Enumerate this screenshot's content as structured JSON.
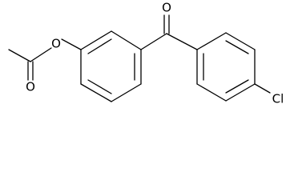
{
  "atoms": {
    "ester_oxygen": "O",
    "ester_carbonyl_oxygen": "O",
    "ketone_oxygen": "O",
    "chlorine": "Cl"
  }
}
